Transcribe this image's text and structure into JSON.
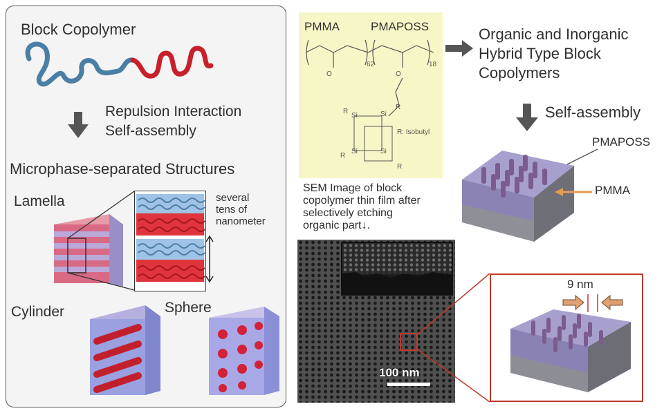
{
  "left": {
    "block_copolymer": "Block Copolymer",
    "repulsion_line1": "Repulsion Interaction",
    "repulsion_line2": "Self-assembly",
    "microphase": "Microphase-separated Structures",
    "lamella": "Lamella",
    "several_line1": "several",
    "several_line2": "tens of",
    "several_line3": "nanometer",
    "cylinder": "Cylinder",
    "sphere": "Sphere"
  },
  "chem": {
    "pmma": "PMMA",
    "pmaposs": "PMAPOSS",
    "sub_62": "62",
    "sub_18": "18",
    "r_isobutyl": "R: Isobutyl",
    "r": "R",
    "si": "Si",
    "o": "O"
  },
  "right": {
    "hybrid_line1": "Organic and Inorganic",
    "hybrid_line2": "Hybrid Type Block",
    "hybrid_line3": "Copolymers",
    "self_assembly": "Self-assembly",
    "pmaposs_label": "PMAPOSS",
    "pmma_label": "PMMA",
    "nm9": "9 nm"
  },
  "sem": {
    "caption_line1": "SEM Image of block",
    "caption_line2": "copolymer thin film after",
    "caption_line3": "selectively etching",
    "caption_line4": "organic part↓.",
    "scale": "100 nm"
  },
  "colors": {
    "blue_polymer": "#4a7fa5",
    "red_polymer": "#c8202a",
    "violet_block": "#8a7fb8",
    "highlight_red": "#c0392b",
    "pmma_arrow": "#e59a52",
    "chem_bg": "#f6f6c6"
  }
}
